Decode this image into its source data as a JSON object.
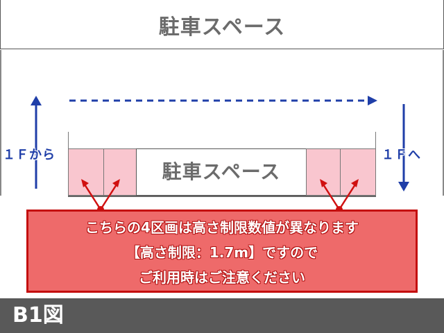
{
  "top_area": {
    "label": "駐車スペース"
  },
  "center_area": {
    "label": "駐車スペース"
  },
  "directions": {
    "from_1f": "１Ｆから",
    "to_1f": "１Ｆへ"
  },
  "notice": {
    "lines": [
      "こちらの4区画は高さ制限数値が異なります",
      "【高さ制限：1.7m】ですので",
      "ご利用時はご注意ください"
    ]
  },
  "footer": {
    "label": "B1図"
  },
  "colors": {
    "arrow": "#1f3ea8",
    "stall_fill": "#f9c6cf",
    "notice_fill": "#ee6a6a",
    "notice_border": "#c40f0f",
    "pointer": "#d01010",
    "footer_bg": "#595959"
  }
}
